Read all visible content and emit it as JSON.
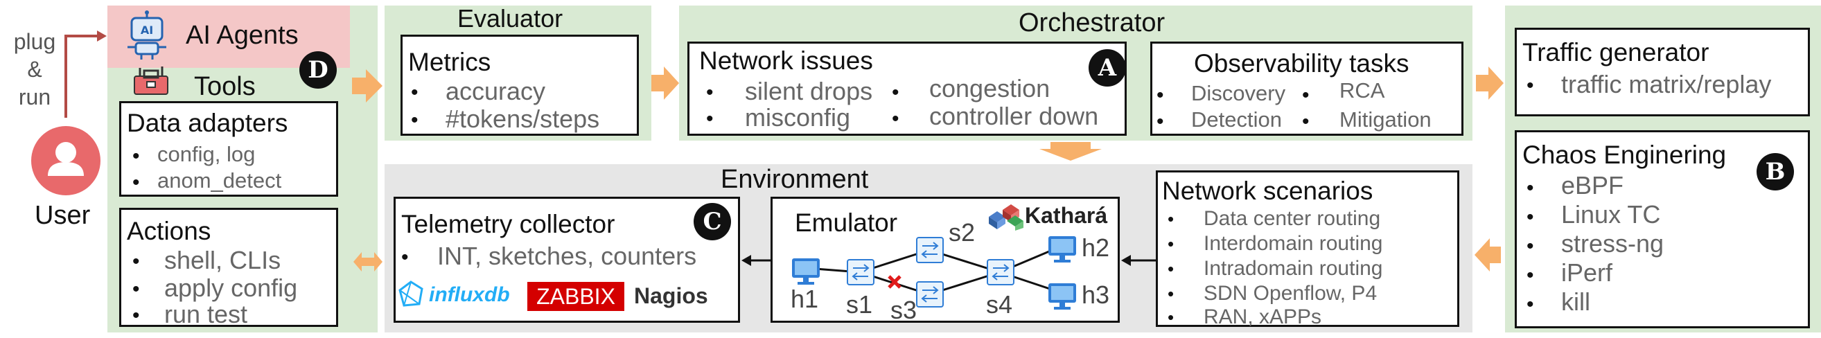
{
  "user": {
    "label": "User",
    "plug_label": "plug\n&\nrun"
  },
  "agents": {
    "label": "AI Agents",
    "tools_label": "Tools",
    "badge": "D"
  },
  "data_adapters": {
    "title": "Data adapters",
    "items": [
      "config, log",
      "anom_detect"
    ]
  },
  "actions": {
    "title": "Actions",
    "items": [
      "shell, CLIs",
      "apply config",
      "run test"
    ]
  },
  "evaluator": {
    "header": "Evaluator",
    "title": "Metrics",
    "items": [
      "accuracy",
      "#tokens/steps"
    ]
  },
  "orchestrator": {
    "header": "Orchestrator",
    "network_issues": {
      "title": "Network issues",
      "badge": "A",
      "items": [
        "silent drops",
        "misconfig",
        "congestion",
        "controller down"
      ]
    },
    "observability": {
      "title": "Observability tasks",
      "items": [
        "Discovery",
        "Detection",
        "RCA",
        "Mitigation"
      ]
    }
  },
  "traffic": {
    "title": "Traffic generator",
    "items": [
      "traffic matrix/replay"
    ]
  },
  "chaos": {
    "title": "Chaos Enginering",
    "badge": "B",
    "items": [
      "eBPF",
      "Linux TC",
      "stress-ng",
      "iPerf",
      "kill"
    ]
  },
  "environment": {
    "header": "Environment",
    "telemetry": {
      "title": "Telemetry collector",
      "badge": "C",
      "items": [
        "INT, sketches, counters"
      ],
      "logos": [
        "influxdb",
        "ZABBIX",
        "Nagios"
      ]
    },
    "emulator": {
      "title": "Emulator",
      "logo": "Kathará",
      "nodes": [
        "h1",
        "s1",
        "s2",
        "s3",
        "s4",
        "h2",
        "h3"
      ]
    },
    "scenarios": {
      "title": "Network scenarios",
      "items": [
        "Data center routing",
        "Interdomain routing",
        "Intradomain routing",
        "SDN Openflow, P4",
        "RAN, xAPPs"
      ]
    }
  },
  "colors": {
    "green": "#d9ead3",
    "gray": "#e6e6e6",
    "pink": "#f4c7c7",
    "orange": "#f7b06a",
    "red": "#e8696b"
  }
}
